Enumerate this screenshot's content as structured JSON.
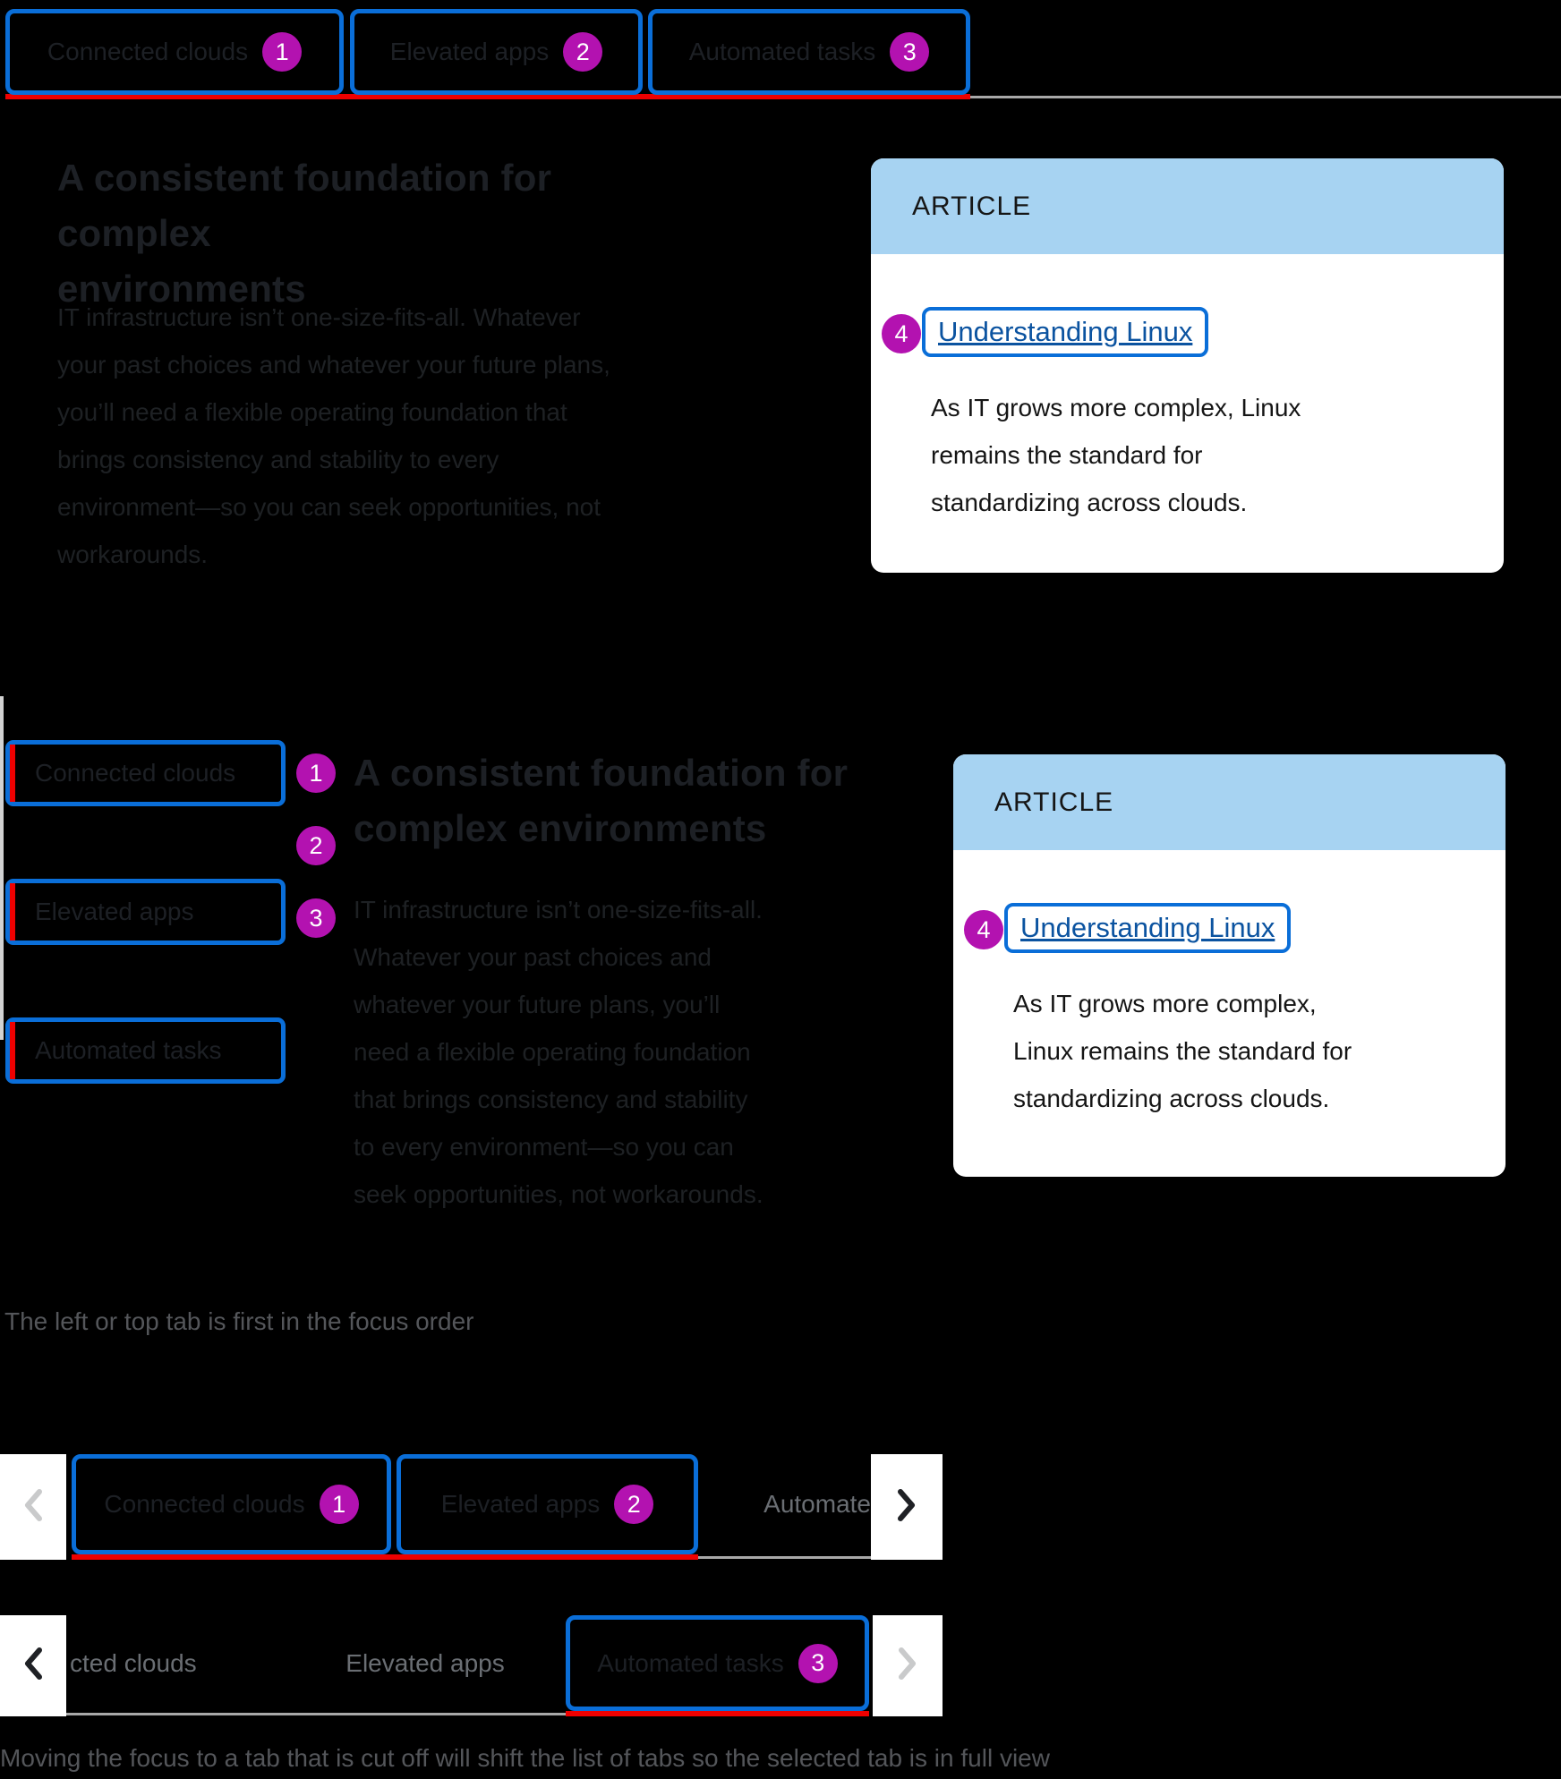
{
  "palette": {
    "focus_outline": "#0a6ed8",
    "selected_indicator": "#ee0000",
    "annotation_badge": "#b312b0",
    "card_header_bg": "#a7d3f2",
    "link_blue": "#0b53a0"
  },
  "horizontal_example": {
    "tabs": [
      {
        "label": "Connected clouds",
        "badge": "1"
      },
      {
        "label": "Elevated apps",
        "badge": "2"
      },
      {
        "label": "Automated tasks",
        "badge": "3"
      }
    ],
    "heading_line1": "A consistent foundation for complex",
    "heading_line2": "environments",
    "body_lines": [
      "IT infrastructure isn’t one-size-fits-all. Whatever",
      "your past choices and whatever your future plans,",
      "you’ll need a flexible operating foundation that",
      "brings consistency and stability to every",
      "environment—so you can seek opportunities, not",
      "workarounds."
    ],
    "card": {
      "eyebrow": "ARTICLE",
      "link_badge": "4",
      "link_label": "Understanding Linux",
      "body_lines": [
        "As IT grows more complex, Linux",
        "remains the standard for",
        "standardizing across clouds."
      ]
    }
  },
  "vertical_example": {
    "tabs": [
      {
        "label": "Connected clouds",
        "badge": "1"
      },
      {
        "label": "Elevated apps",
        "badge": "2"
      },
      {
        "label": "Automated tasks",
        "badge": "3"
      }
    ],
    "heading_line1": "A consistent foundation for",
    "heading_line2": "complex environments",
    "body_lines": [
      "IT infrastructure isn’t one-size-fits-all.",
      "Whatever your past choices and",
      "whatever your future plans, you’ll",
      "need a flexible operating foundation",
      "that brings consistency and stability",
      "to every environment—so you can",
      "seek opportunities, not workarounds."
    ],
    "card": {
      "eyebrow": "ARTICLE",
      "link_badge": "4",
      "link_label": "Understanding Linux",
      "body_lines": [
        "As IT grows more complex,",
        "Linux remains the standard for",
        "standardizing across clouds."
      ]
    },
    "caption": "The left or top tab is first in the focus order"
  },
  "overflow_example": {
    "row1": {
      "tabs": [
        {
          "label": "Connected clouds",
          "badge": "1"
        },
        {
          "label": "Elevated apps",
          "badge": "2"
        }
      ],
      "cutoff_label": "Automate"
    },
    "row2": {
      "cutoff_label": "cted clouds",
      "middle_label": "Elevated apps",
      "focused_tab": {
        "label": "Automated tasks",
        "badge": "3"
      }
    },
    "caption": "Moving the focus to a tab that is cut off will shift the list of tabs so the selected tab is in full view"
  }
}
